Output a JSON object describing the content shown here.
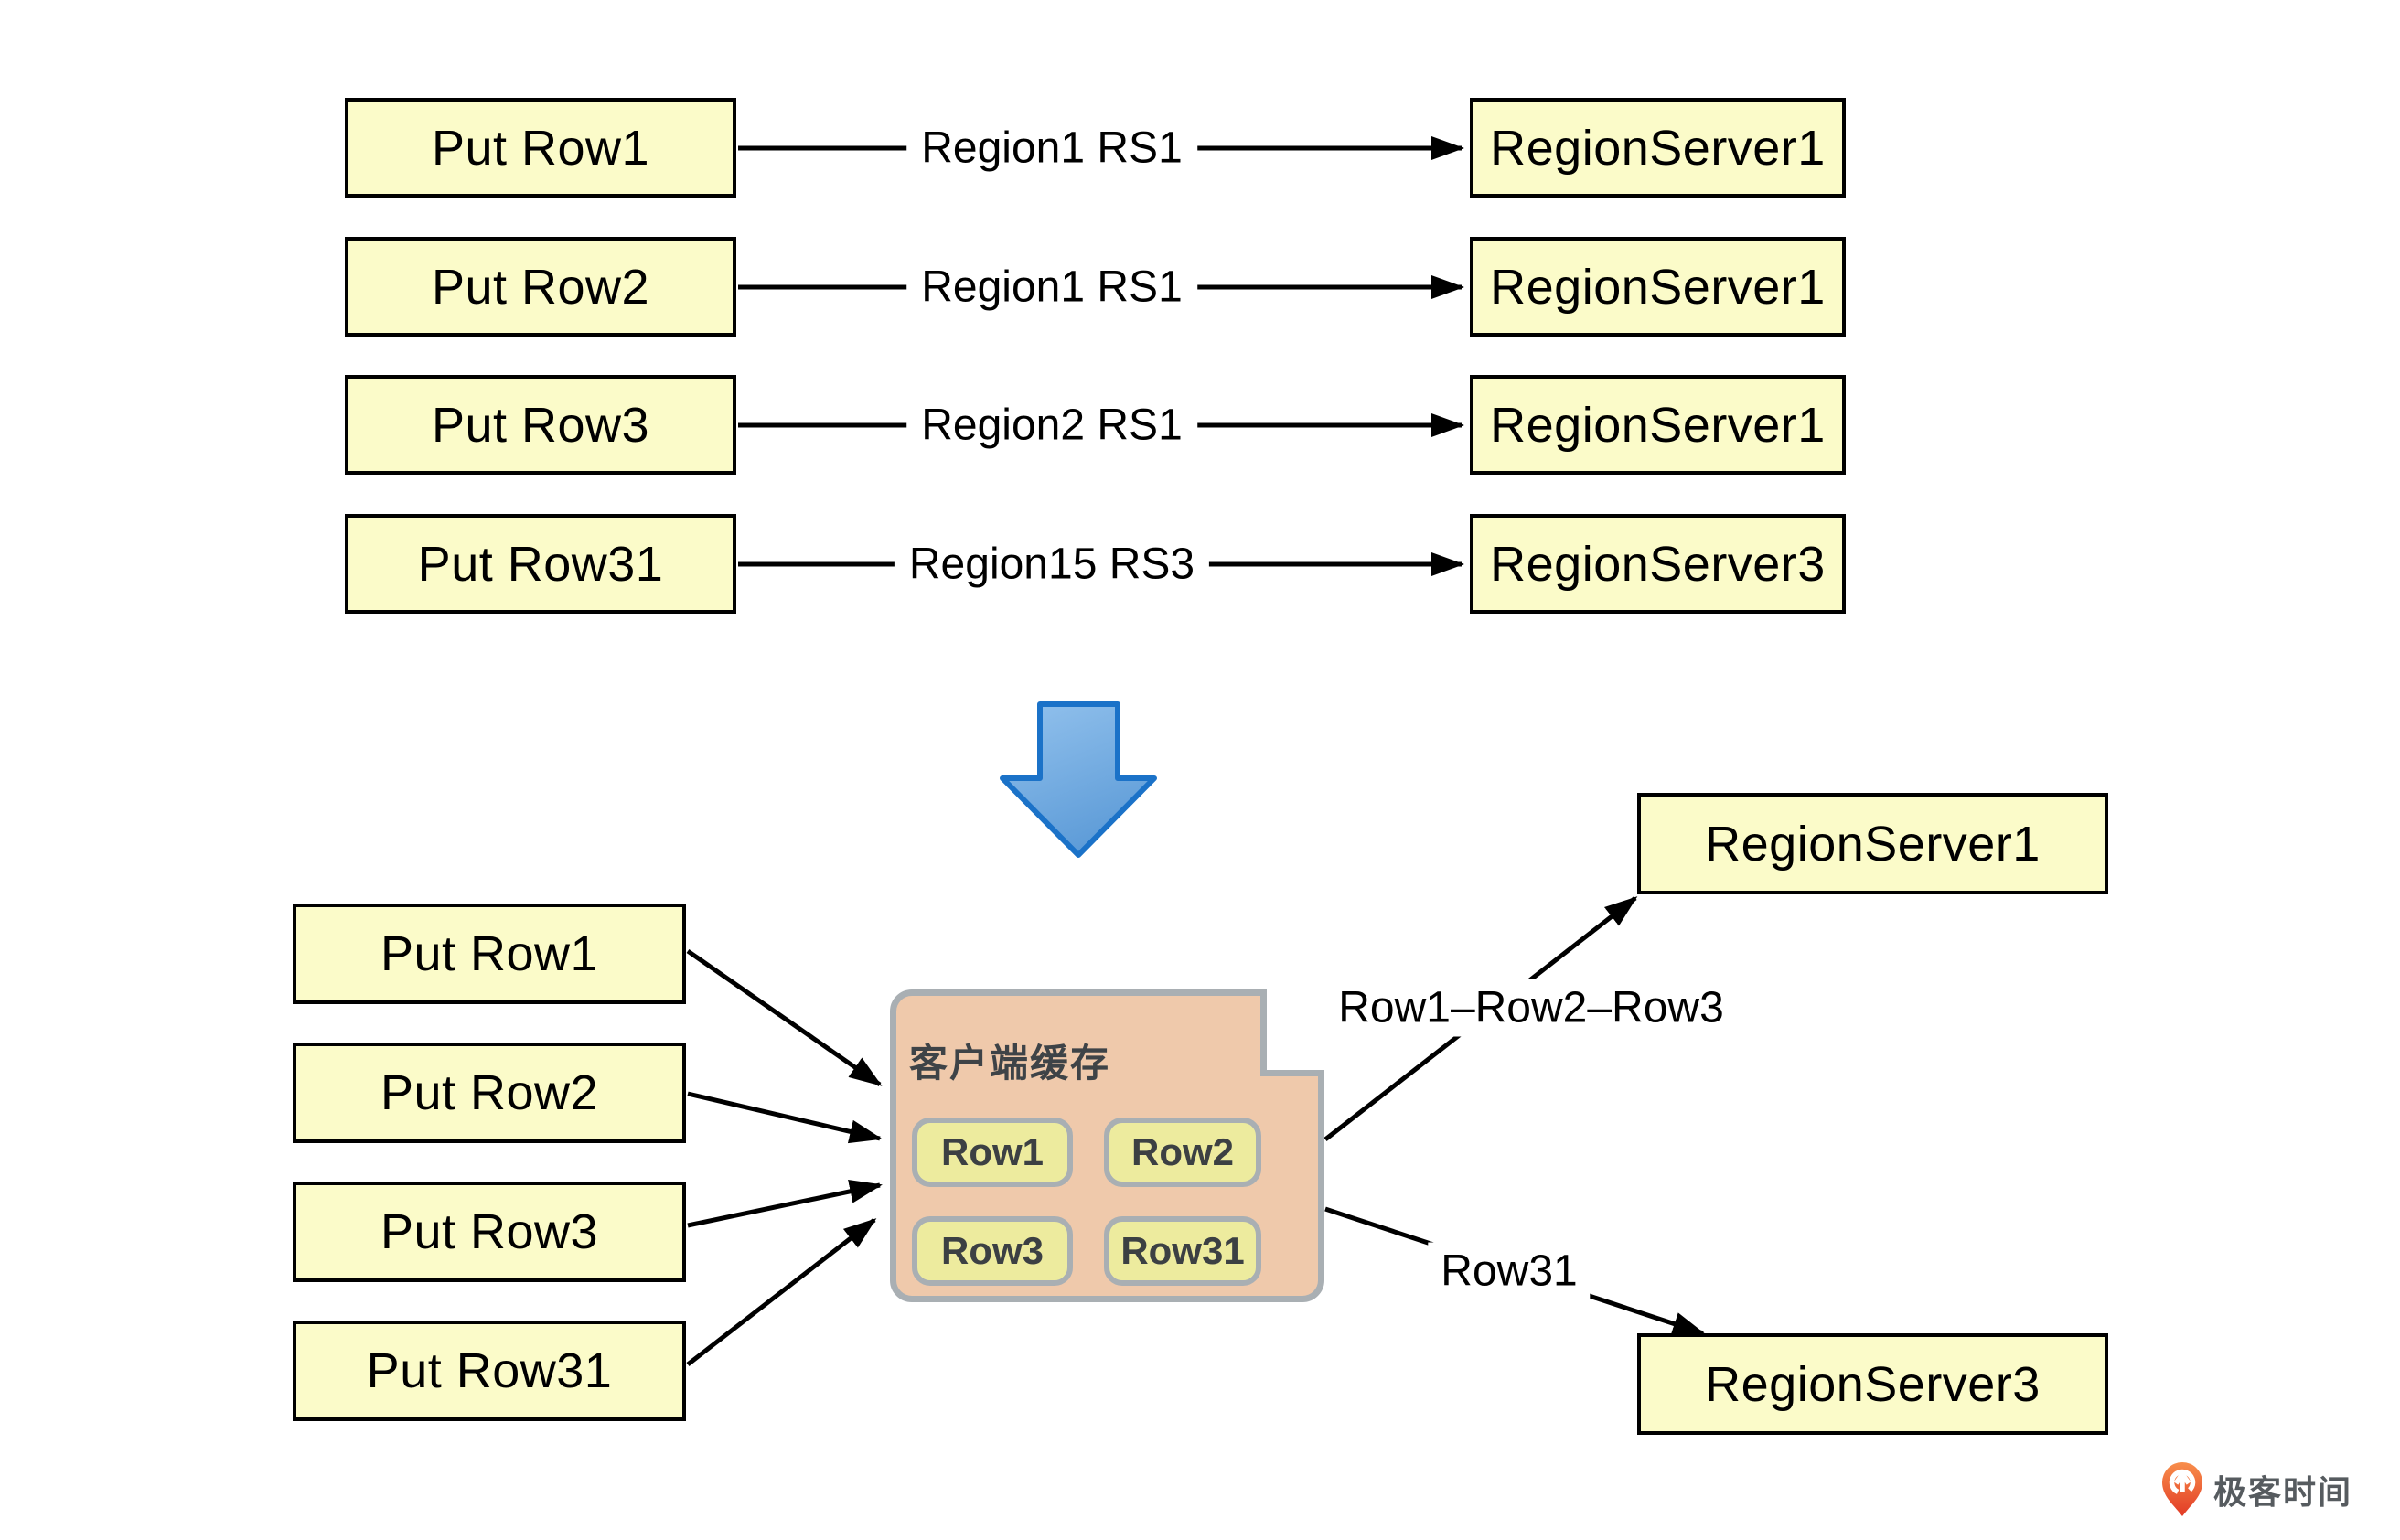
{
  "top_flow": {
    "rows": [
      {
        "source": "Put Row1",
        "region_label": "Region1 RS1",
        "target": "RegionServer1"
      },
      {
        "source": "Put Row2",
        "region_label": "Region1 RS1",
        "target": "RegionServer1"
      },
      {
        "source": "Put Row3",
        "region_label": "Region2 RS1",
        "target": "RegionServer1"
      },
      {
        "source": "Put Row31",
        "region_label": "Region15 RS3",
        "target": "RegionServer3"
      }
    ]
  },
  "transform_arrow": {
    "icon": "big-down-arrow-icon"
  },
  "bottom_flow": {
    "sources": [
      {
        "label": "Put Row1"
      },
      {
        "label": "Put Row2"
      },
      {
        "label": "Put Row3"
      },
      {
        "label": "Put Row31"
      }
    ],
    "cache": {
      "title": "客户端缓存",
      "entries": [
        {
          "label": "Row1"
        },
        {
          "label": "Row2"
        },
        {
          "label": "Row3"
        },
        {
          "label": "Row31"
        }
      ]
    },
    "routes": [
      {
        "label": "Row1–Row2–Row3",
        "target": "RegionServer1"
      },
      {
        "label": "Row31",
        "target": "RegionServer3"
      }
    ]
  },
  "branding": {
    "logo_icon": "geektime-pin-icon",
    "logo_text": "极客时间"
  },
  "colors": {
    "box_fill": "#FBFBC9",
    "box_border": "#000000",
    "cache_fill": "#EFC9AB",
    "cache_border": "#A9AFB3",
    "chip_fill": "#EDEB9E",
    "arrow_blue_fill_top": "#93C2ED",
    "arrow_blue_fill_bottom": "#5E9CD8",
    "arrow_blue_border": "#1B72C8",
    "logo_orange": "#EF4C23"
  }
}
